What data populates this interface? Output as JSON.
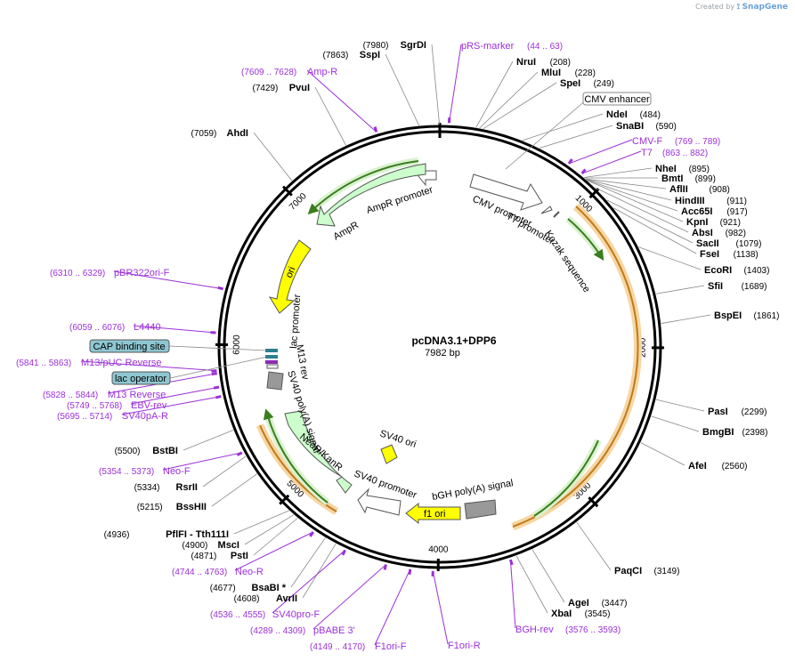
{
  "credit": {
    "prefix": "Created by",
    "brand": "SnapGene"
  },
  "plasmid": {
    "name": "pcDNA3.1+DPP6",
    "length_label": "7982 bp",
    "length": 7982
  },
  "ticks": [
    {
      "label": "1000",
      "pos": 1000
    },
    {
      "label": "2000",
      "pos": 2000
    },
    {
      "label": "3000",
      "pos": 3000
    },
    {
      "label": "4000",
      "pos": 4000
    },
    {
      "label": "5000",
      "pos": 5000
    },
    {
      "label": "6000",
      "pos": 6000
    },
    {
      "label": "7000",
      "pos": 7000
    }
  ],
  "sites": [
    {
      "name": "SgrDI",
      "pos_label": "(7980)",
      "pos": 7980,
      "side": "left",
      "order": "pos-first"
    },
    {
      "name": "SspI",
      "pos_label": "(7863)",
      "pos": 7863,
      "side": "left",
      "order": "pos-first"
    },
    {
      "name": "PvuI",
      "pos_label": "(7429)",
      "pos": 7429,
      "side": "left",
      "order": "pos-first"
    },
    {
      "name": "AhdI",
      "pos_label": "(7059)",
      "pos": 7059,
      "side": "left",
      "order": "pos-first"
    },
    {
      "name": "NruI",
      "pos_label": "(208)",
      "pos": 208,
      "side": "right"
    },
    {
      "name": "MluI",
      "pos_label": "(228)",
      "pos": 228,
      "side": "right"
    },
    {
      "name": "SpeI",
      "pos_label": "(249)",
      "pos": 249,
      "side": "right"
    },
    {
      "name": "NdeI",
      "pos_label": "(484)",
      "pos": 484,
      "side": "right"
    },
    {
      "name": "SnaBI",
      "pos_label": "(590)",
      "pos": 590,
      "side": "right"
    },
    {
      "name": "NheI",
      "pos_label": "(895)",
      "pos": 895,
      "side": "right"
    },
    {
      "name": "BmtI",
      "pos_label": "(899)",
      "pos": 899,
      "side": "right"
    },
    {
      "name": "AflII",
      "pos_label": "(908)",
      "pos": 908,
      "side": "right"
    },
    {
      "name": "HindIII",
      "pos_label": "(911)",
      "pos": 911,
      "side": "right"
    },
    {
      "name": "Acc65I",
      "pos_label": "(917)",
      "pos": 917,
      "side": "right"
    },
    {
      "name": "KpnI",
      "pos_label": "(921)",
      "pos": 921,
      "side": "right"
    },
    {
      "name": "AbsI",
      "pos_label": "(982)",
      "pos": 982,
      "side": "right"
    },
    {
      "name": "SacII",
      "pos_label": "(1079)",
      "pos": 1079,
      "side": "right"
    },
    {
      "name": "FseI",
      "pos_label": "(1138)",
      "pos": 1138,
      "side": "right"
    },
    {
      "name": "EcoRI",
      "pos_label": "(1403)",
      "pos": 1403,
      "side": "right"
    },
    {
      "name": "SfiI",
      "pos_label": "(1689)",
      "pos": 1689,
      "side": "right"
    },
    {
      "name": "BspEI",
      "pos_label": "(1861)",
      "pos": 1861,
      "side": "right"
    },
    {
      "name": "PasI",
      "pos_label": "(2299)",
      "pos": 2299,
      "side": "right"
    },
    {
      "name": "BmgBI",
      "pos_label": "(2398)",
      "pos": 2398,
      "side": "right"
    },
    {
      "name": "AfeI",
      "pos_label": "(2560)",
      "pos": 2560,
      "side": "right"
    },
    {
      "name": "PaqCI",
      "pos_label": "(3149)",
      "pos": 3149,
      "side": "right"
    },
    {
      "name": "AgeI",
      "pos_label": "(3447)",
      "pos": 3447,
      "side": "right"
    },
    {
      "name": "XbaI",
      "pos_label": "(3545)",
      "pos": 3545,
      "side": "right"
    },
    {
      "name": "BstBI",
      "pos_label": "(5500)",
      "pos": 5500,
      "side": "left",
      "order": "pos-first"
    },
    {
      "name": "RsrII",
      "pos_label": "(5334)",
      "pos": 5334,
      "side": "left",
      "order": "pos-first"
    },
    {
      "name": "BssHII",
      "pos_label": "(5215)",
      "pos": 5215,
      "side": "left",
      "order": "pos-first"
    },
    {
      "name": "PflFI - Tth111I",
      "pos_label": "(4936)",
      "pos": 4936,
      "side": "left",
      "order": "pos-first"
    },
    {
      "name": "MscI",
      "pos_label": "(4900)",
      "pos": 4900,
      "side": "left",
      "order": "pos-first"
    },
    {
      "name": "PstI",
      "pos_label": "(4871)",
      "pos": 4871,
      "side": "left",
      "order": "pos-first"
    },
    {
      "name": "BsaBI *",
      "pos_label": "(4677)",
      "pos": 4677,
      "side": "left",
      "order": "pos-first"
    },
    {
      "name": "AvrII",
      "pos_label": "(4608)",
      "pos": 4608,
      "side": "left",
      "order": "pos-first"
    }
  ],
  "primers": [
    {
      "name": "pRS-marker",
      "range": "(44 .. 63)",
      "pos": 53
    },
    {
      "name": "Amp-R",
      "range": "(7609 .. 7628)",
      "pos": 7618
    },
    {
      "name": "CMV-F",
      "range": "(769 .. 789)",
      "pos": 779
    },
    {
      "name": "T7",
      "range": "(863 .. 882)",
      "pos": 872
    },
    {
      "name": "pBR322ori-F",
      "range": "(6310 .. 6329)",
      "pos": 6319
    },
    {
      "name": "L4440",
      "range": "(6059 .. 6076)",
      "pos": 6067
    },
    {
      "name": "M13/pUC Reverse",
      "range": "(5841 .. 5863)",
      "pos": 5852
    },
    {
      "name": "M13 Reverse",
      "range": "(5828 .. 5844)",
      "pos": 5836
    },
    {
      "name": "EBV-rev",
      "range": "(5749 .. 5768)",
      "pos": 5758
    },
    {
      "name": "SV40pA-R",
      "range": "(5695 .. 5714)",
      "pos": 5704
    },
    {
      "name": "Neo-F",
      "range": "(5354 .. 5373)",
      "pos": 5363
    },
    {
      "name": "Neo-R",
      "range": "(4744 .. 4763)",
      "pos": 4753
    },
    {
      "name": "SV40pro-F",
      "range": "(4536 .. 4555)",
      "pos": 4545
    },
    {
      "name": "pBABE 3'",
      "range": "(4289 .. 4309)",
      "pos": 4299
    },
    {
      "name": "F1ori-F",
      "range": "(4149 .. 4170)",
      "pos": 4159
    },
    {
      "name": "F1ori-R",
      "range": "",
      "pos": 4030
    },
    {
      "name": "BGH-rev",
      "range": "(3576 .. 3593)",
      "pos": 3584
    }
  ],
  "boxed_features": [
    {
      "name": "CMV enhancer",
      "fill": "#ffffff"
    },
    {
      "name": "CAP binding site",
      "fill": "#8ec7d2"
    },
    {
      "name": "lac operator",
      "fill": "#8ec7d2"
    }
  ],
  "features": [
    {
      "name": "CMV promoter",
      "color": "#ffffff"
    },
    {
      "name": "T7 promoter",
      "color": "#ffffff"
    },
    {
      "name": "Kozak sequence",
      "color": "#ffffff"
    },
    {
      "name": "AmpR promoter",
      "color": "#ffffff"
    },
    {
      "name": "AmpR",
      "color": "#ccffcc"
    },
    {
      "name": "ori",
      "color": "#ffff00"
    },
    {
      "name": "lac promoter",
      "color": "#ffffff"
    },
    {
      "name": "M13 rev",
      "color": "#ffffff"
    },
    {
      "name": "SV40 poly(A) signal",
      "color": "#ffffff"
    },
    {
      "name": "NeoR/KanR",
      "color": "#ccffcc"
    },
    {
      "name": "SV40 promoter",
      "color": "#ffffff"
    },
    {
      "name": "SV40 ori",
      "color": "#ffff00"
    },
    {
      "name": "f1 ori",
      "color": "#ffff00"
    },
    {
      "name": "bGH poly(A) signal",
      "color": "#999999"
    }
  ],
  "colors": {
    "primer": "#9b30d9",
    "orf_orange": "#e8a033",
    "orf_green": "#56b32a",
    "backbone": "#000000"
  }
}
